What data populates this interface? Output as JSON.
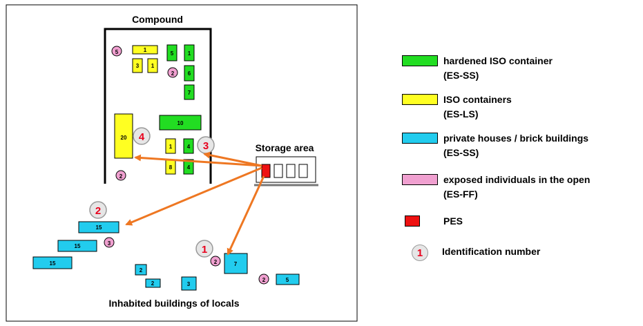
{
  "diagram": {
    "compound_label": "Compound",
    "storage_label": "Storage area",
    "inhabited_label": "Inhabited buildings of locals"
  },
  "colors": {
    "hardened": "#22dd22",
    "iso": "#ffff22",
    "houses": "#22ccee",
    "individuals": "#f0a0d0",
    "pes": "#ee1111",
    "arrow": "#ee7722",
    "id_text": "#e8001c"
  },
  "compound_items": {
    "pink_5": "5",
    "y1_top": "1",
    "g5": "5",
    "g1": "1",
    "y3": "3",
    "y1_mid": "1",
    "pink_2": "2",
    "g6": "6",
    "g7": "7",
    "g10": "10",
    "y20": "20",
    "id4": "4",
    "y1_low": "1",
    "g4_a": "4",
    "id3": "3",
    "y8": "8",
    "g4_b": "4",
    "pink_2b": "2"
  },
  "outside_items": {
    "id2": "2",
    "h15_a": "15",
    "h15_b": "15",
    "pink_3": "3",
    "h15_c": "15",
    "id1": "1",
    "pink_2c": "2",
    "h7": "7",
    "h2_a": "2",
    "h2_b": "2",
    "h3": "3",
    "pink_2d": "2",
    "h5": "5"
  },
  "legend": {
    "hardened": {
      "line1": "hardened ISO container",
      "line2": "(ES-SS)"
    },
    "iso": {
      "line1": "ISO containers",
      "line2": "(ES-LS)"
    },
    "houses": {
      "line1": "private houses / brick buildings",
      "line2": "(ES-SS)"
    },
    "individuals": {
      "line1": "exposed individuals in the open",
      "line2": "(ES-FF)"
    },
    "pes": {
      "line1": "PES"
    },
    "idnum": {
      "symbol": "1",
      "line1": "Identification number"
    }
  }
}
